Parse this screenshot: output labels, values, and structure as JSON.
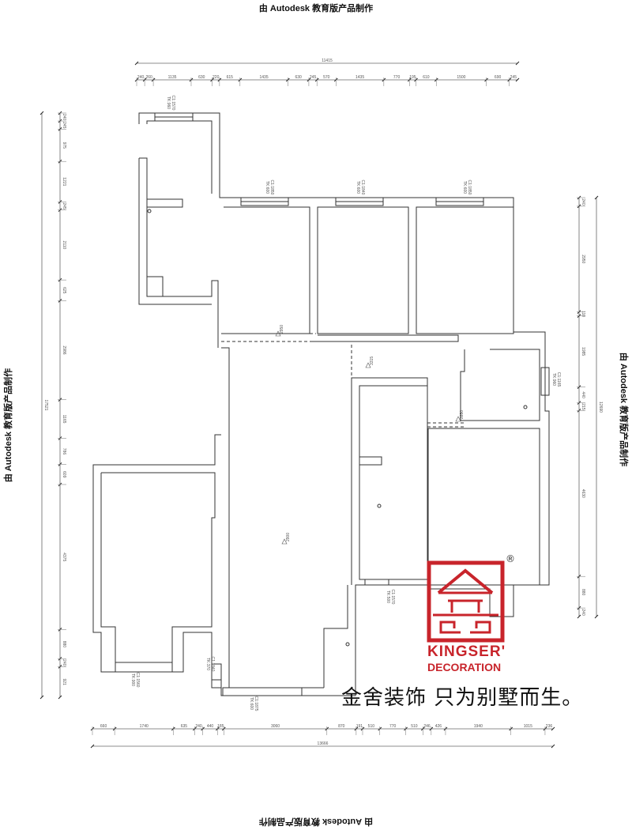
{
  "watermark": "由 Autodesk 教育版产品制作",
  "dimensions": {
    "top_total": "11415",
    "top_segments": [
      "240",
      "260",
      "1135",
      "630",
      "220",
      "615",
      "1435",
      "630",
      "245",
      "570",
      "1435",
      "770",
      "195",
      "610",
      "1500",
      "690",
      "245"
    ],
    "bottom_total": "13666",
    "bottom_segments": [
      "660",
      "1740",
      "635",
      "240",
      "440",
      "185",
      "3060",
      "870",
      "191",
      "510",
      "770",
      "510",
      "246",
      "426",
      "1940",
      "1015",
      "236"
    ],
    "left_total": "17521",
    "left_segments": [
      "240",
      "245",
      "975",
      "1221",
      "245",
      "2110",
      "625",
      "2986",
      "1165",
      "786",
      "609",
      "4375",
      "880",
      "240",
      "921"
    ],
    "right_total": "12690",
    "right_segments": [
      "240",
      "2950",
      "110",
      "1985",
      "440",
      "215",
      "4630",
      "880",
      "240"
    ]
  },
  "window_labels": [
    {
      "l1": "C1:1570",
      "l2": "TK:960"
    },
    {
      "l1": "C1:1850",
      "l2": "TK:600"
    },
    {
      "l1": "C1:1840",
      "l2": "TK:600"
    },
    {
      "l1": "C1:1850",
      "l2": "TK:600"
    },
    {
      "l1": "C1:1165",
      "l2": "TK:960"
    },
    {
      "l1": "C1:1570",
      "l2": "TK:500"
    },
    {
      "l1": "C1:1560",
      "l2": "TK:900"
    },
    {
      "l1": "C1:1840",
      "l2": "TK:370"
    },
    {
      "l1": "C1:1875",
      "l2": "TK:600"
    }
  ],
  "ceiling_labels": [
    "2950",
    "3315",
    "2850",
    "2900"
  ],
  "brand": {
    "name_line1": "KINGSER'",
    "name_line2": "DECORATION",
    "registered": "®",
    "slogan": "金舍装饰 只为别墅而生。",
    "color": "#c8242b"
  }
}
